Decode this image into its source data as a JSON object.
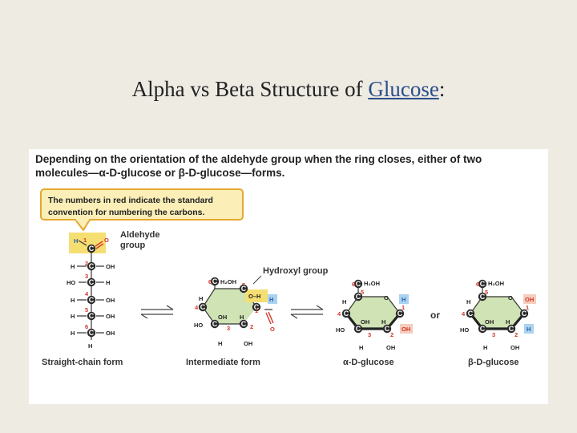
{
  "slide": {
    "title_prefix": "Alpha vs Beta Structure of ",
    "title_link": "Glucose",
    "title_suffix": ":"
  },
  "figure": {
    "caption_line1": "Depending on the orientation of the aldehyde group when the ring closes, either of two",
    "caption_line2": "molecules—α-D-glucose or β-D-glucose—forms.",
    "callout_line1": "The numbers in red indicate the standard",
    "callout_line2": "convention for numbering the carbons.",
    "aldehyde_label_1": "Aldehyde",
    "aldehyde_label_2": "group",
    "hydroxyl_label": "Hydroxyl group",
    "or_label": "or",
    "forms": {
      "straight": "Straight-chain form",
      "intermediate": "Intermediate form",
      "alpha": "α-D-glucose",
      "beta": "β-D-glucose"
    },
    "atoms": {
      "H": "H",
      "O": "O",
      "OH": "OH",
      "HO": "HO",
      "CH2OH": "H₂OH",
      "OH_dash_H": "O–H",
      "C": "C"
    },
    "carbon_numbers": [
      "1",
      "2",
      "3",
      "4",
      "5",
      "6"
    ],
    "colors": {
      "yellow_highlight": "#f5de72",
      "green_ring": "#cfe3b5",
      "blue_highlight": "#a9d3f0",
      "red_numbers": "#d4372b",
      "callout_border": "#e3a92e",
      "callout_fill": "#fbeeb7"
    }
  }
}
